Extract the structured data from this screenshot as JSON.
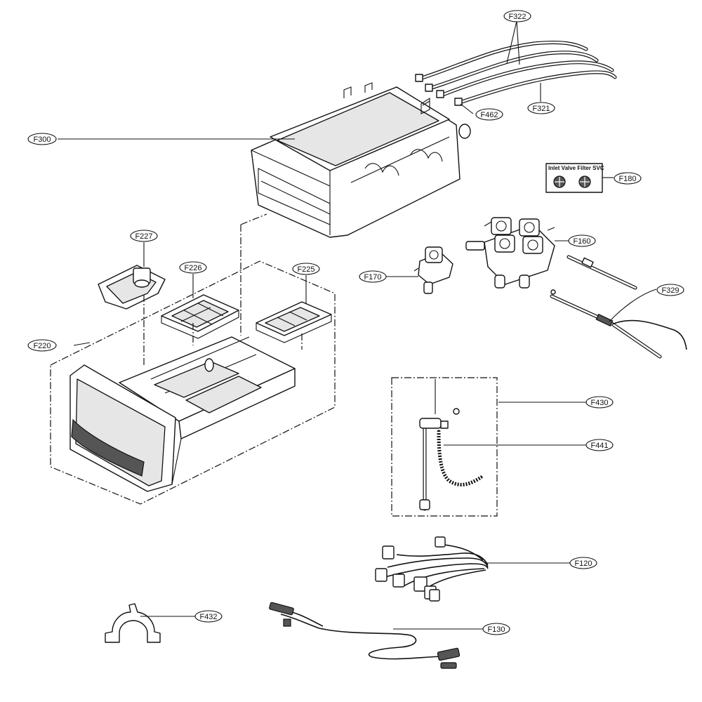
{
  "labels": {
    "f322": "F322",
    "f321": "F321",
    "f462": "F462",
    "f300": "F300",
    "f180": "F180",
    "f160": "F160",
    "f170": "F170",
    "f329": "F329",
    "f227": "F227",
    "f226": "F226",
    "f225": "F225",
    "f220": "F220",
    "f430": "F430",
    "f441": "F441",
    "f120": "F120",
    "f432": "F432",
    "f130": "F130"
  },
  "filter_kit": {
    "title": "Inlet Valve Filter SVC"
  },
  "colors": {
    "line": "#111111",
    "fill_light": "#e6e6e6",
    "fill_dark": "#555555",
    "background": "#ffffff"
  }
}
